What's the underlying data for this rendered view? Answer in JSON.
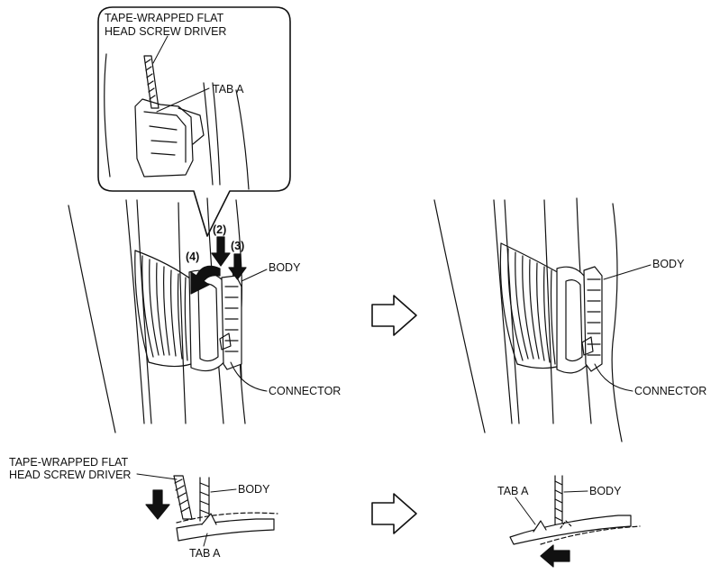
{
  "callout": {
    "tool_line1": "TAPE-WRAPPED FLAT",
    "tool_line2": "HEAD SCREW DRIVER",
    "tab_label": "TAB A"
  },
  "steps": {
    "s2": "(2)",
    "s3": "(3)",
    "s4": "(4)"
  },
  "before": {
    "body_label": "BODY",
    "connector_label": "CONNECTOR"
  },
  "after": {
    "body_label": "BODY",
    "connector_label": "CONNECTOR"
  },
  "section_before": {
    "tool_line1": "TAPE-WRAPPED FLAT",
    "tool_line2": "HEAD SCREW DRIVER",
    "body_label": "BODY",
    "tab_label": "TAB A"
  },
  "section_after": {
    "tab_label": "TAB A",
    "body_label": "BODY"
  },
  "colors": {
    "line": "#111111",
    "fill": "#ffffff"
  }
}
